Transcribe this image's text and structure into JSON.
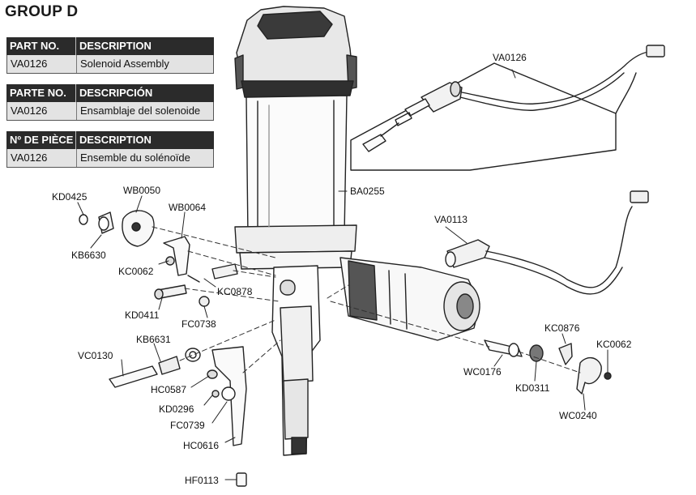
{
  "title": "GROUP D",
  "tables": [
    {
      "col1": "PART NO.",
      "col2": "DESCRIPTION",
      "part": "VA0126",
      "desc": "Solenoid Assembly"
    },
    {
      "col1": "PARTE NO.",
      "col2": "DESCRIPCIÓN",
      "part": "VA0126",
      "desc": "Ensamblaje del solenoide"
    },
    {
      "col1": "Nº DE PIÈCE",
      "col2": "DESCRIPTION",
      "part": "VA0126",
      "desc": "Ensemble du solénoïde"
    }
  ],
  "callouts": {
    "va0126": "VA0126",
    "ba0255": "BA0255",
    "va0113": "VA0113",
    "kd0425": "KD0425",
    "wb0050": "WB0050",
    "wb0064": "WB0064",
    "kb6630": "KB6630",
    "kc0062a": "KC0062",
    "kc0878": "KC0878",
    "kd0411": "KD0411",
    "fc0738": "FC0738",
    "kb6631": "KB6631",
    "vc0130": "VC0130",
    "hc0587": "HC0587",
    "kd0296": "KD0296",
    "fc0739": "FC0739",
    "hc0616": "HC0616",
    "hf0113": "HF0113",
    "wc0176": "WC0176",
    "kd0311": "KD0311",
    "kc0876": "KC0876",
    "kc0062b": "KC0062",
    "wc0240": "WC0240"
  }
}
